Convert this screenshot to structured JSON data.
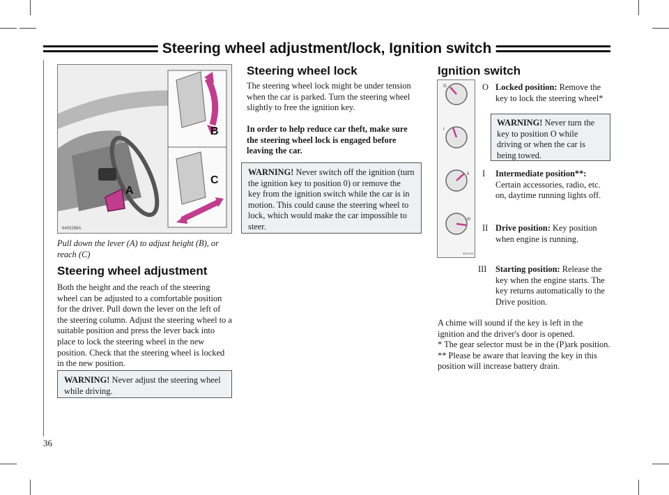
{
  "header": {
    "title": "Steering wheel adjustment/lock, Ignition switch"
  },
  "page_number": "36",
  "figure_left": {
    "code": "6400296A",
    "labels": [
      "A",
      "B",
      "C"
    ],
    "caption": "Pull down the lever (A) to adjust height (B), or reach (C)"
  },
  "adjustment": {
    "heading": "Steering wheel adjustment",
    "body": "Both the height and the reach of the steering wheel can be adjusted to a comfortable position for the driver. Pull down the lever on the left of the steering column. Adjust the steering wheel to a suitable position and press the lever back into place to lock the steering wheel in the new position. Check that the steering wheel is locked in the new position.",
    "warning_label": "WARNING!",
    "warning_text": "Never adjust the steering wheel while driving."
  },
  "lock": {
    "heading": "Steering wheel lock",
    "body": "The steering wheel lock might be under tension when the car is parked. Turn the steering wheel slightly to free the ignition key.",
    "body_bold": "In order to help reduce car theft, make sure the steering wheel lock is engaged before leaving the car.",
    "warning_label": "WARNING!",
    "warning_text": "Never switch off the ignition (turn the ignition key to position 0) or remove the key from the ignition switch while the car is in motion. This could cause the steering wheel to lock, which would make the car impossible to steer."
  },
  "ignition": {
    "heading": "Ignition switch",
    "figure_code": "3600106",
    "dial_marks": [
      "O",
      "I",
      "II",
      "III"
    ],
    "positions": [
      {
        "num": "O",
        "title": "Locked position:",
        "text": "Remove the key to lock the steering wheel*"
      },
      {
        "num": "I",
        "title": "Intermediate position**:",
        "text": "Certain accessories, radio, etc. on, daytime running lights off."
      },
      {
        "num": "II",
        "title": "Drive position:",
        "text": "Key position when engine is running."
      },
      {
        "num": "III",
        "title": "Starting position:",
        "text": "Release the key when the engine starts. The key returns automatically to the Drive position."
      }
    ],
    "warning_label": "WARNING!",
    "warning_text": "Never turn the key to position O while driving or when the car is being towed.",
    "notes": [
      "A chime will sound if the key is left in the ignition and the driver's door is opened.",
      "* The gear selector must be in the (P)ark position.",
      "** Please be aware that leaving the key in this position will increase battery drain."
    ]
  },
  "colors": {
    "accent": "#c23c8e",
    "warning_bg": "#eef1f4"
  }
}
